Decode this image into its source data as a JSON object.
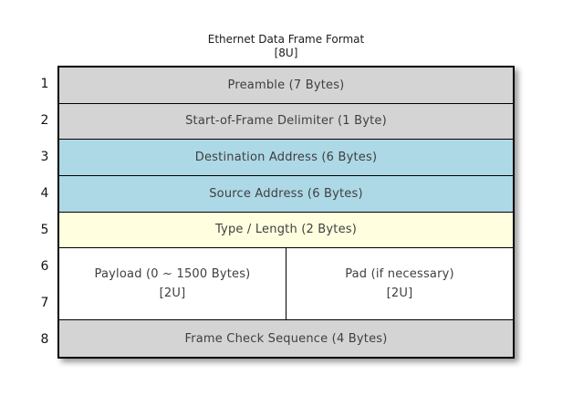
{
  "title": {
    "line1": "Ethernet Data Frame Format",
    "line2": "[8U]"
  },
  "unit_numbers": [
    "1",
    "2",
    "3",
    "4",
    "5",
    "6",
    "7",
    "8"
  ],
  "rows": [
    {
      "label": "Preamble (7 Bytes)",
      "color": "#d4d4d4",
      "units": 1
    },
    {
      "label": "Start-of-Frame Delimiter (1 Byte)",
      "color": "#d4d4d4",
      "units": 1
    },
    {
      "label": "Destination Address (6 Bytes)",
      "color": "#add8e6",
      "units": 1
    },
    {
      "label": "Source Address (6 Bytes)",
      "color": "#add8e6",
      "units": 1
    },
    {
      "label": "Type / Length (2 Bytes)",
      "color": "#ffffe0",
      "units": 1
    },
    {
      "units": 2,
      "color": "#ffffff",
      "cells": [
        {
          "line1": "Payload (0 ~ 1500 Bytes)",
          "line2": "[2U]"
        },
        {
          "line1": "Pad (if necessary)",
          "line2": "[2U]"
        }
      ]
    },
    {
      "label": "Frame Check Sequence (4 Bytes)",
      "color": "#d4d4d4",
      "units": 1
    }
  ],
  "colors": {
    "gray": "#d4d4d4",
    "blue": "#add8e6",
    "yellow": "#ffffe0",
    "white": "#ffffff",
    "border": "#000000"
  }
}
